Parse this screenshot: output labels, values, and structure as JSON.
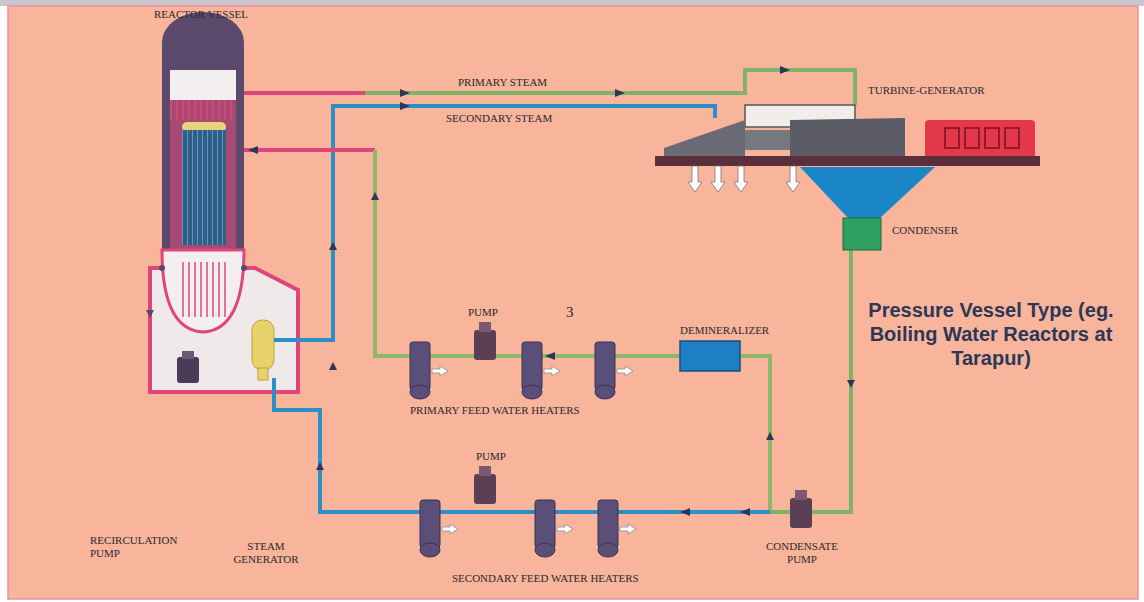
{
  "diagram": {
    "title": "Pressure Vessel Type (eg. Boiling Water Reactors at Tarapur)",
    "labels": [
      "REACTOR VESSEL",
      "PRIMARY STEAM",
      "SECONDARY STEAM",
      "TURBINE-GENERATOR",
      "CONDENSER",
      "PUMP",
      "3",
      "DEMINERALIZER",
      "PRIMARY FEED WATER HEATERS",
      "PUMP",
      "RECIRCULATION PUMP",
      "STEAM GENERATOR",
      "CONDENSATE PUMP",
      "SECONDARY FEED WATER HEATERS"
    ]
  }
}
